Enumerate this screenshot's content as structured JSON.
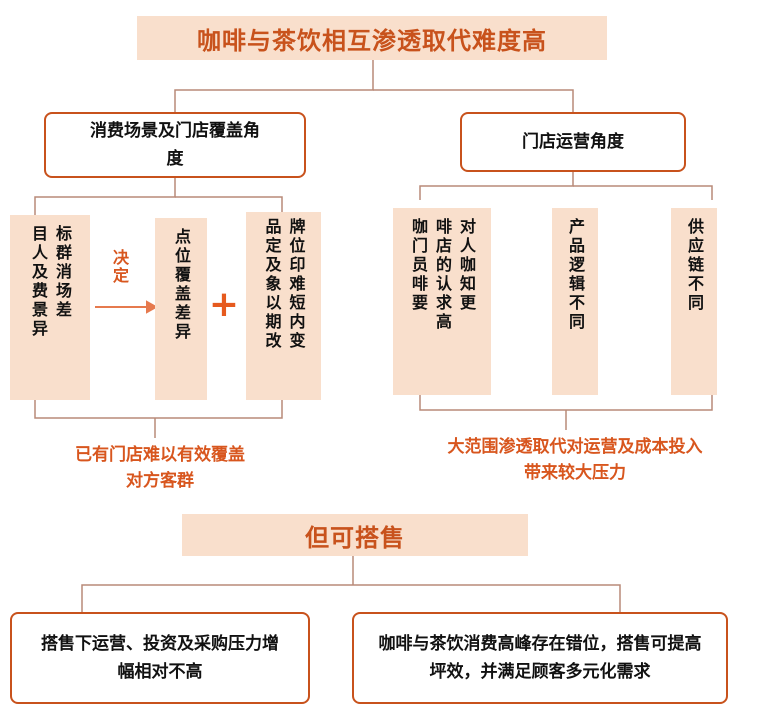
{
  "title": "咖啡与茶饮相互渗透取代难度高",
  "left_branch": {
    "header": "消费场景及门店覆盖角度",
    "box1_cols": [
      "标群消场差",
      "目人及费景异"
    ],
    "arrow_label": "决定",
    "box2_cols": [
      "点位覆盖差异"
    ],
    "plus": "+",
    "box3_cols": [
      "牌位印难短内变",
      "品定及象以期改"
    ],
    "conclusion": "已有门店难以有效覆盖对方客群"
  },
  "right_branch": {
    "header": "门店运营角度",
    "box1_cols": [
      "对人咖知更",
      "啡店的认求高",
      "咖门员啡要"
    ],
    "box2_cols": [
      "产品逻辑不同"
    ],
    "box3_cols": [
      "供应链不同"
    ],
    "conclusion": "大范围渗透取代对运营及成本投入带来较大压力"
  },
  "bottom": {
    "title": "但可搭售",
    "left_box": "搭售下运营、投资及采购压力增幅相对不高",
    "right_box": "咖啡与茶饮消费高峰存在错位，搭售可提高坪效，并满足顾客多元化需求"
  },
  "colors": {
    "accent": "#c8521c",
    "fill": "#f9dfcc",
    "text_orange": "#d8561e"
  }
}
